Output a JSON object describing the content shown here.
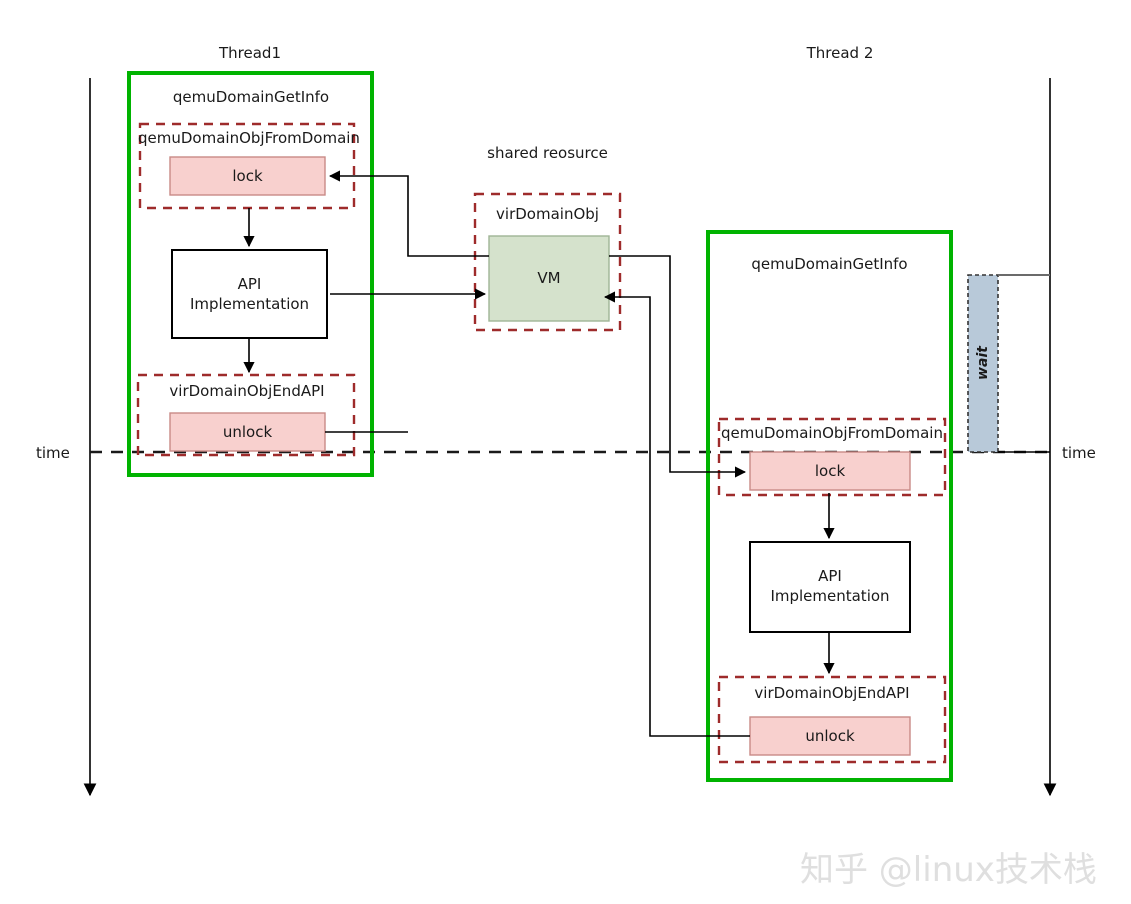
{
  "diagram": {
    "title_left": "Thread1",
    "title_right": "Thread 2",
    "shared_title": "shared reosurce",
    "time_label_left": "time",
    "time_label_right": "time",
    "watermark": "知乎 @linux技术栈"
  },
  "colors": {
    "thread_border": "#00b300",
    "dashed_group_border": "#9e2b2b",
    "lock_fill": "#f8d0ce",
    "lock_border": "#c98a87",
    "vm_fill": "#d5e2cc",
    "vm_border": "#9fb596",
    "wait_fill": "#b8c9d9",
    "wait_border": "#4a4a4a",
    "line": "#000000",
    "text": "#1a1a1a",
    "watermark": "#dfdfdf"
  },
  "thread1": {
    "group_label": "qemuDomainGetInfo",
    "acquire_group_label": "qemuDomainObjFromDomain",
    "lock_label": "lock",
    "api_label_line1": "API",
    "api_label_line2": "Implementation",
    "release_group_label": "virDomainObjEndAPI",
    "unlock_label": "unlock"
  },
  "thread2": {
    "group_label": "qemuDomainGetInfo",
    "acquire_group_label": "qemuDomainObjFromDomain",
    "lock_label": "lock",
    "api_label_line1": "API",
    "api_label_line2": "Implementation",
    "release_group_label": "virDomainObjEndAPI",
    "unlock_label": "unlock",
    "wait_label": "wait"
  },
  "shared": {
    "group_label": "virDomainObj",
    "resource_label": "VM"
  }
}
